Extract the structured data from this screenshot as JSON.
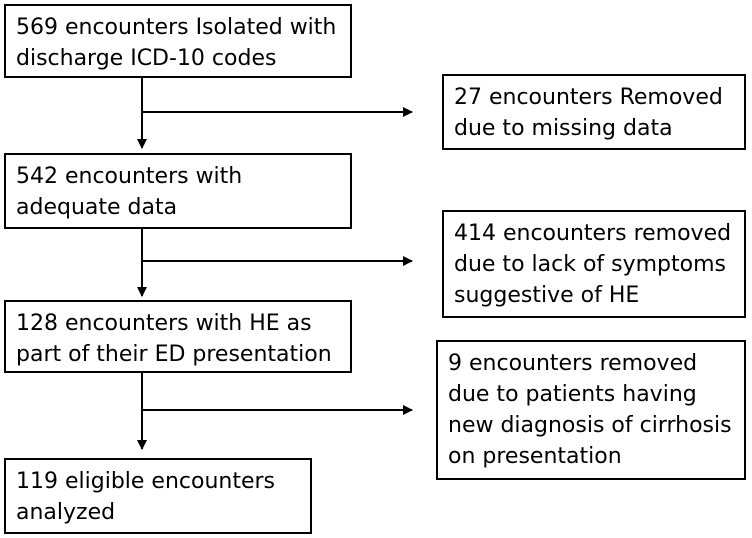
{
  "steps": {
    "s1": {
      "lines": [
        "569 encounters Isolated with",
        "discharge ICD-10 codes"
      ]
    },
    "s2": {
      "lines": [
        "542 encounters with",
        "adequate data"
      ]
    },
    "s3": {
      "lines": [
        "128 encounters with HE as",
        "part of their ED presentation"
      ]
    },
    "s4": {
      "lines": [
        "119 eligible encounters",
        "analyzed"
      ]
    }
  },
  "exclusions": {
    "e1": {
      "lines": [
        "27 encounters Removed",
        "due to missing data"
      ]
    },
    "e2": {
      "lines": [
        "414 encounters removed",
        "due to lack of symptoms",
        "suggestive of HE"
      ]
    },
    "e3": {
      "lines": [
        "9 encounters removed",
        "due to patients having",
        "new diagnosis of cirrhosis",
        "on presentation"
      ]
    }
  }
}
